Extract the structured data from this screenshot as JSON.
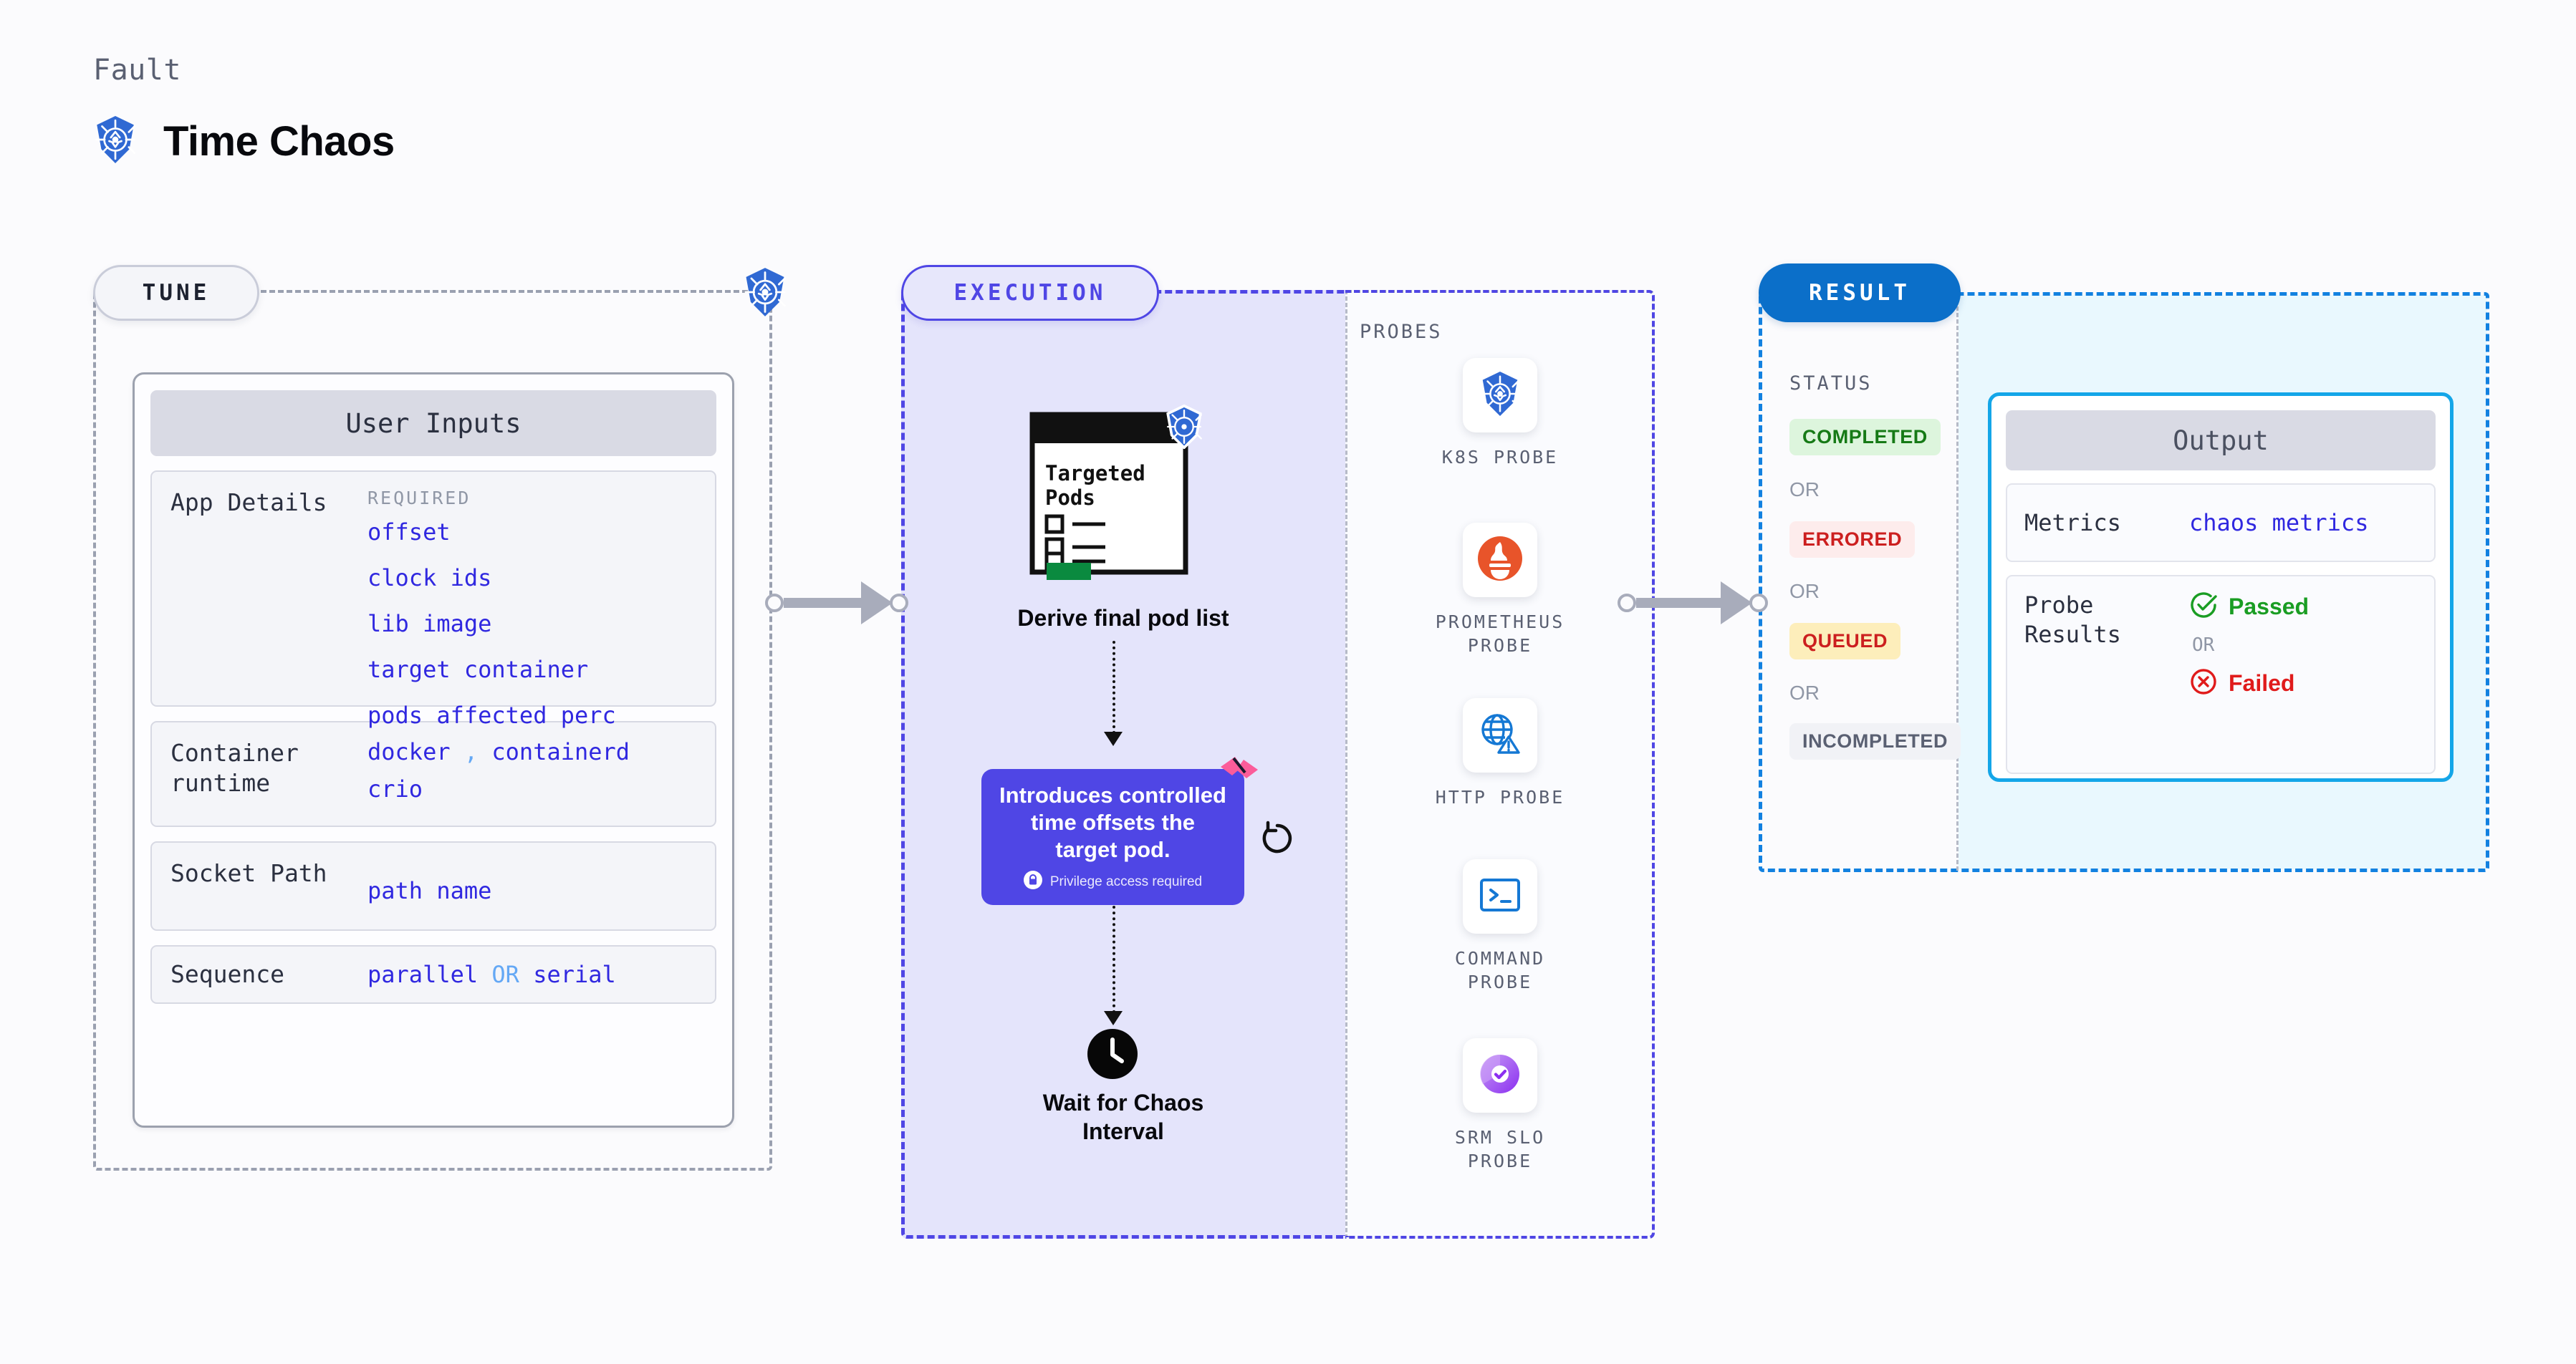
{
  "header": {
    "eyebrow": "Fault",
    "title": "Time Chaos",
    "icon": "kubernetes-icon"
  },
  "tune": {
    "badge": "TUNE",
    "corner_icon": "kubernetes-icon",
    "card_title": "User Inputs",
    "rows": [
      {
        "label": "App Details",
        "required_label": "REQUIRED",
        "values": [
          "offset",
          "clock ids",
          "lib image",
          "target container",
          "pods affected perc"
        ]
      },
      {
        "label": "Container runtime",
        "values": [
          "docker",
          "containerd",
          "crio"
        ],
        "separator": ","
      },
      {
        "label": "Socket Path",
        "values": [
          "path name"
        ]
      },
      {
        "label": "Sequence",
        "values": [
          "parallel",
          "serial"
        ],
        "separator": "OR"
      }
    ]
  },
  "execution": {
    "badge": "EXECUTION",
    "pods_doc": {
      "title_line1": "Targeted",
      "title_line2": "Pods",
      "icon": "kubernetes-icon"
    },
    "derive_label": "Derive final pod list",
    "description_card": {
      "text": "Introduces controlled time offsets the target pod.",
      "privilege_note": "Privilege access required",
      "privilege_icon": "lock-icon",
      "ribbon_icon": "ribbon-icon",
      "refresh_icon": "refresh-icon"
    },
    "wait_node": {
      "icon": "clock-icon",
      "label_line1": "Wait for Chaos",
      "label_line2": "Interval"
    }
  },
  "probes": {
    "section_label": "PROBES",
    "items": [
      {
        "icon": "kubernetes-icon",
        "label_line1": "K8S PROBE",
        "label_line2": ""
      },
      {
        "icon": "prometheus-icon",
        "label_line1": "PROMETHEUS",
        "label_line2": "PROBE"
      },
      {
        "icon": "globe-warning-icon",
        "label_line1": "HTTP PROBE",
        "label_line2": ""
      },
      {
        "icon": "terminal-icon",
        "label_line1": "COMMAND",
        "label_line2": "PROBE"
      },
      {
        "icon": "srm-slo-icon",
        "label_line1": "SRM SLO",
        "label_line2": "PROBE"
      }
    ]
  },
  "result": {
    "badge": "RESULT",
    "status_label": "STATUS",
    "or_label": "OR",
    "statuses": [
      {
        "text": "COMPLETED",
        "bg": "#ddf5dd",
        "fg": "#167a16"
      },
      {
        "text": "ERRORED",
        "bg": "#fdecec",
        "fg": "#cc1f1f"
      },
      {
        "text": "QUEUED",
        "bg": "#fdeebb",
        "fg": "#cc1f1f"
      },
      {
        "text": "INCOMPLETED",
        "bg": "#f1f2f6",
        "fg": "#5a6072"
      }
    ],
    "output": {
      "title": "Output",
      "metrics_label": "Metrics",
      "metrics_value": "chaos metrics",
      "probe_results_label_line1": "Probe",
      "probe_results_label_line2": "Results",
      "passed": "Passed",
      "failed": "Failed",
      "or_label": "OR",
      "passed_icon": "check-circle-icon",
      "failed_icon": "x-circle-icon"
    }
  },
  "colors": {
    "accent_purple": "#4f46e5",
    "value_blue": "#3028e0",
    "k8s_blue": "#3069d3",
    "result_blue": "#0b6fc9",
    "output_border": "#14a6e8",
    "pass_green": "#1a9d23",
    "fail_red": "#e01b1b"
  }
}
